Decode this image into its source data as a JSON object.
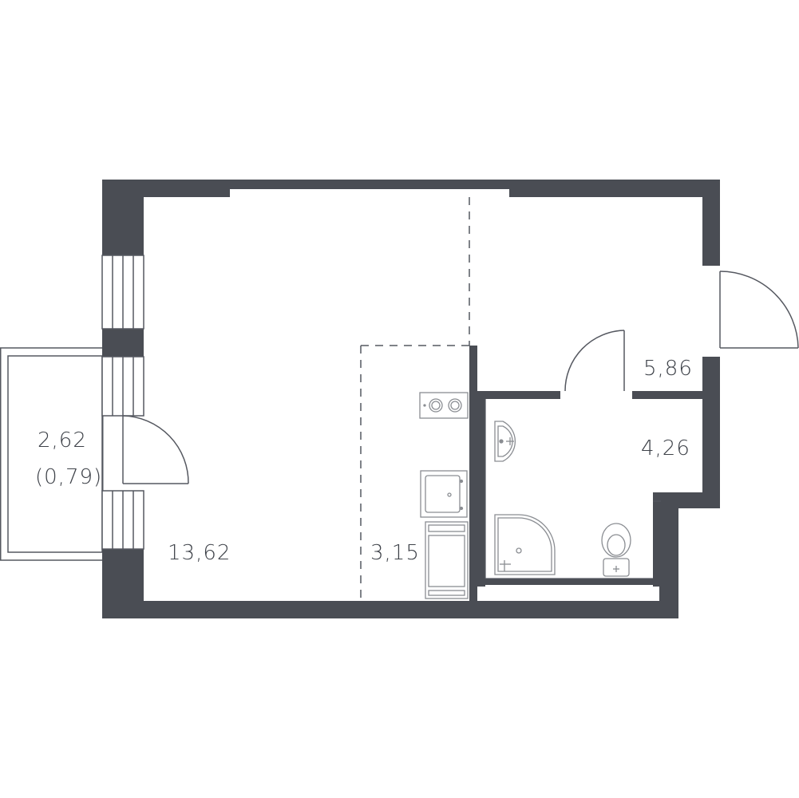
{
  "colors": {
    "wall": "#4a4d54",
    "line": "#555860",
    "fixture": "#8a8d92",
    "background": "#ffffff"
  },
  "rooms": [
    {
      "id": "living-room",
      "area": "13,62"
    },
    {
      "id": "kitchen-zone",
      "area": "3,15"
    },
    {
      "id": "hallway",
      "area": "5,86"
    },
    {
      "id": "bathroom",
      "area": "4,26"
    },
    {
      "id": "balcony",
      "area": "2,62",
      "reduced_area": "(0,79)"
    }
  ]
}
